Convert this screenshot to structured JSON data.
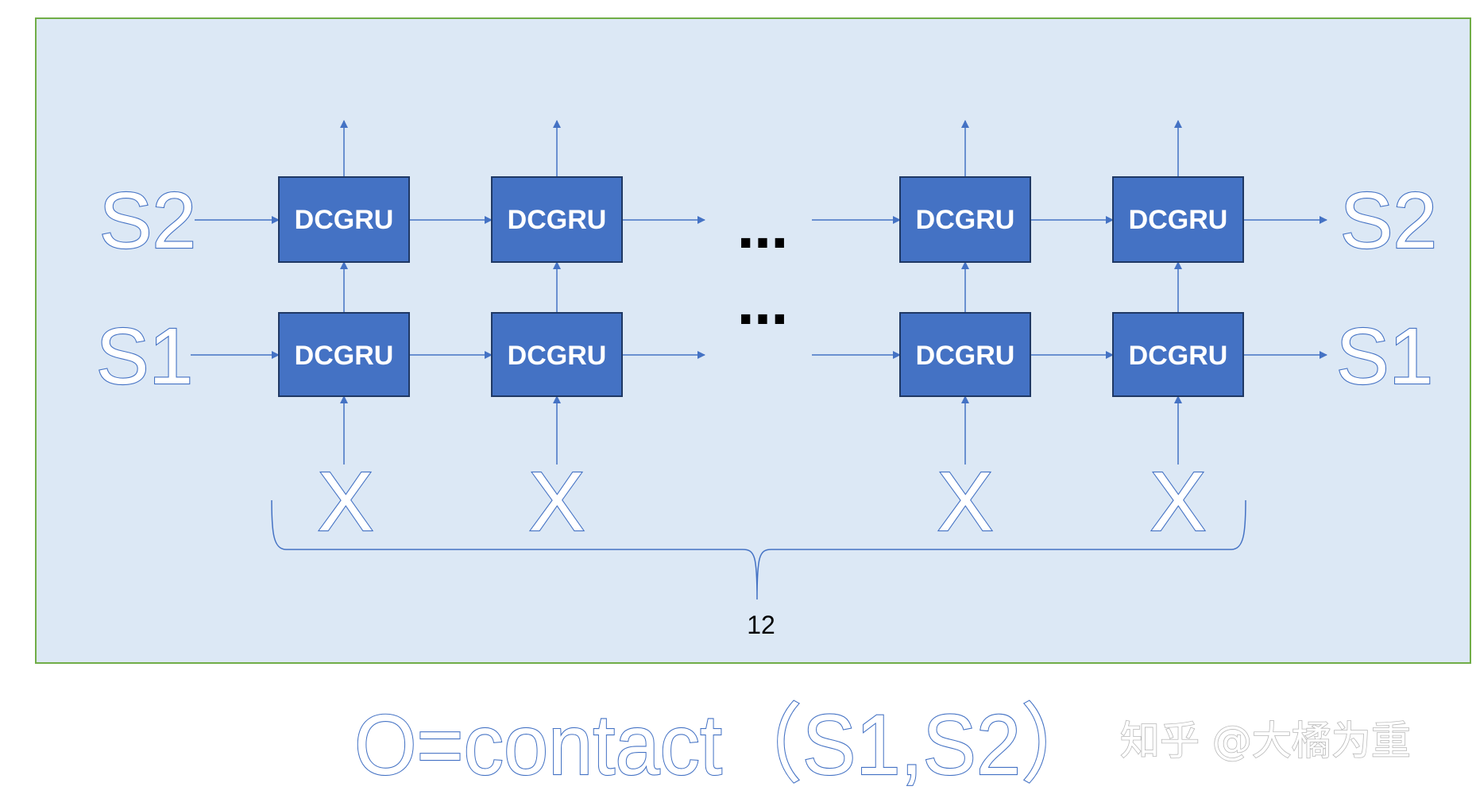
{
  "diagram": {
    "cell_label": "DCGRU",
    "columns": 4,
    "layers": [
      {
        "state_label": "S2",
        "output_label": "S2"
      },
      {
        "state_label": "S1",
        "output_label": "S1"
      }
    ],
    "input_label": "X",
    "ellipsis_top": "…",
    "ellipsis_bottom": "…",
    "brace_label": "12"
  },
  "formula": "O=contact（S1,S2）",
  "watermark": "知乎 @大橘为重",
  "colors": {
    "background": "#dce8f5",
    "panel_border": "#70ad47",
    "cell_fill": "#4472c4",
    "cell_border": "#1f3864",
    "arrow": "#4472c4",
    "outline_text_stroke": "#4472c4"
  }
}
